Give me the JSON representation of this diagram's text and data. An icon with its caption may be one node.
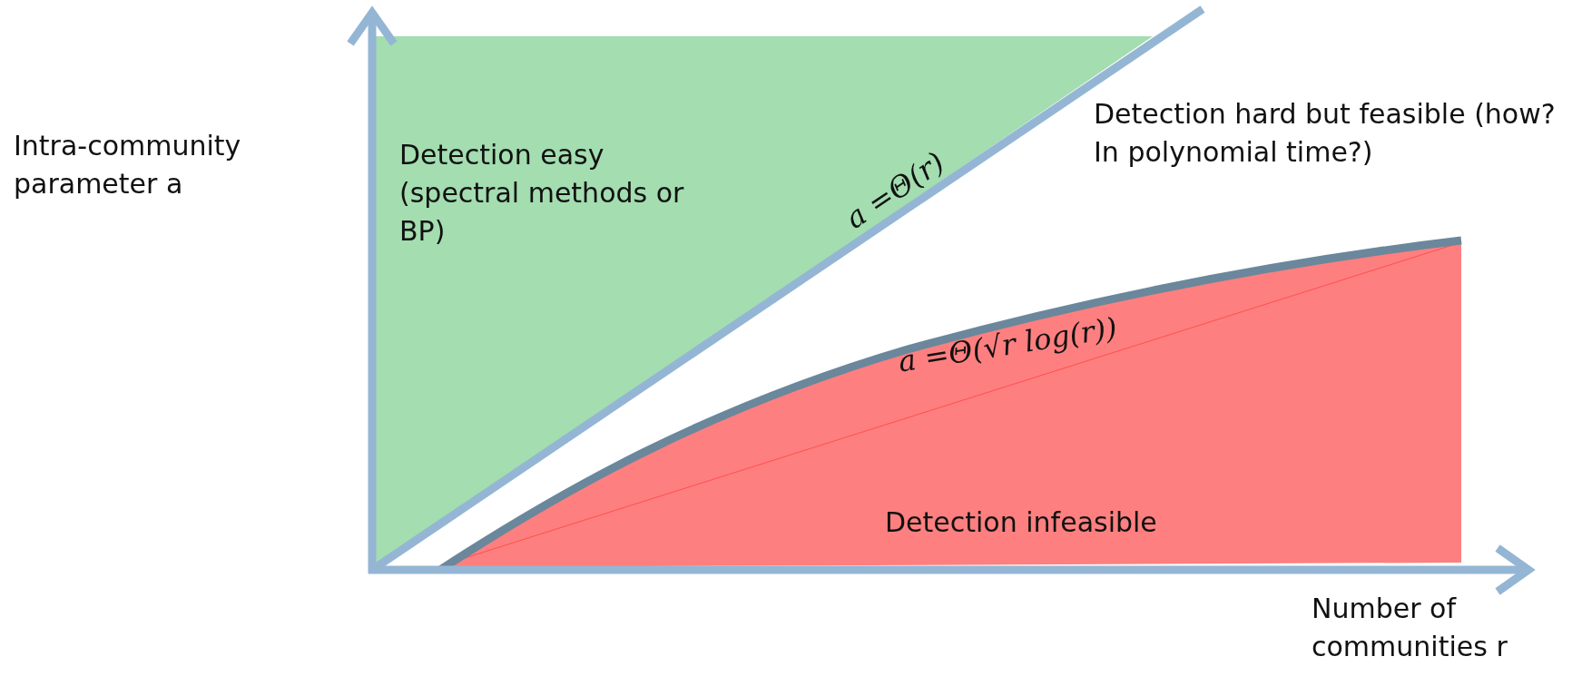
{
  "diagram": {
    "labels": [
      "Intra-community parameter a",
      "Detection easy (spectral methods or BP)",
      "a =Θ(r)",
      "Detection hard but feasible (how? In polynomial time?)",
      "a =Θ(√r log(r))",
      "Detection infeasible",
      "Number of communities r"
    ]
  }
}
